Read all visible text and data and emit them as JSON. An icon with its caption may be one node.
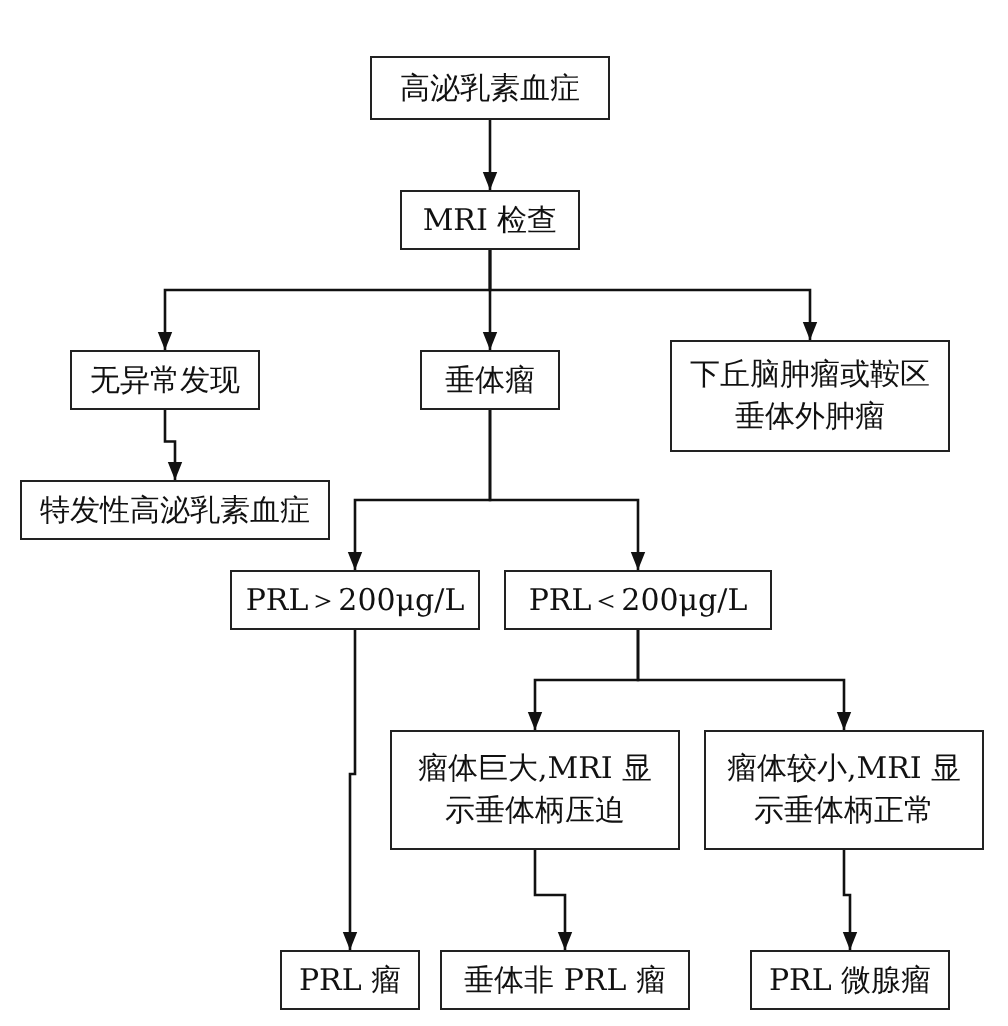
{
  "diagram": {
    "nodes": [
      {
        "text": [
          "高泌乳素血症"
        ]
      },
      {
        "text": [
          "MRI 检查"
        ]
      },
      {
        "text": [
          "无异常发现"
        ]
      },
      {
        "text": [
          "垂体瘤"
        ]
      },
      {
        "text": [
          "下丘脑肿瘤或鞍区垂体外肿瘤"
        ]
      },
      {
        "text": [
          "特发性高泌乳素血症"
        ]
      },
      {
        "text": [
          "PRL＞200μg/L"
        ]
      },
      {
        "text": [
          "PRL＜200μg/L"
        ]
      },
      {
        "text": [
          "瘤体巨大,MRI 显示垂体柄压迫"
        ]
      },
      {
        "text": [
          "瘤体较小,MRI 显示垂体柄正常"
        ]
      },
      {
        "text": [
          "PRL 瘤"
        ]
      },
      {
        "text": [
          "垂体非 PRL 瘤"
        ]
      },
      {
        "text": [
          "PRL 微腺瘤"
        ]
      }
    ],
    "edges": [
      {
        "from": 0,
        "to": 1,
        "arrow": "to"
      },
      {
        "from": 1,
        "to": 2,
        "arrow": "to"
      },
      {
        "from": 1,
        "to": 3,
        "arrow": "to"
      },
      {
        "from": 1,
        "to": 4,
        "arrow": "to"
      },
      {
        "from": 2,
        "to": 5,
        "arrow": "to"
      },
      {
        "from": 3,
        "to": 6,
        "arrow": "to"
      },
      {
        "from": 3,
        "to": 7,
        "arrow": "to"
      },
      {
        "from": 6,
        "to": 10,
        "arrow": "to"
      },
      {
        "from": 7,
        "to": 8,
        "arrow": "to"
      },
      {
        "from": 7,
        "to": 9,
        "arrow": "to"
      },
      {
        "from": 8,
        "to": 11,
        "arrow": "to"
      },
      {
        "from": 9,
        "to": 12,
        "arrow": "to"
      }
    ]
  }
}
